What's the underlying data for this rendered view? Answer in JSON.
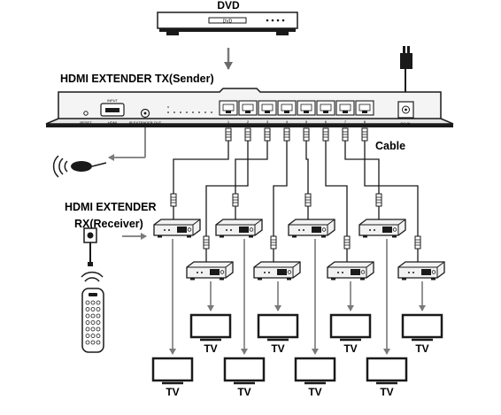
{
  "source": {
    "title": "DVD",
    "display_text": "DVD"
  },
  "transmitter": {
    "title": "HDMI EXTENDER TX(Sender)",
    "reset_label": "RESET",
    "input_label": "INPUT",
    "hdmi_label": "HDMI",
    "ir_label": "IR EXTENDER OUT",
    "dc_label": "DC IN",
    "port_numbers": [
      "1",
      "2",
      "3",
      "4",
      "5",
      "6",
      "7",
      "8"
    ]
  },
  "cable_label": "Cable",
  "receiver": {
    "title_line1": "HDMI EXTENDER",
    "title_line2": "RX(Receiver)"
  },
  "tv_label": "TV",
  "tv_count": 8,
  "receiver_count": 8,
  "icons": [
    "power-adapter-icon",
    "ir-extender-icon",
    "ir-receiver-icon",
    "remote-control-icon",
    "signal-waves-icon"
  ],
  "colors": {
    "line": "#1a1a1a",
    "arrow": "#7a7a7a",
    "device_fill": "#f2f2f2"
  }
}
